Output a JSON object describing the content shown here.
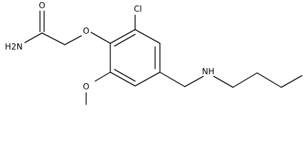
{
  "molecule": {
    "atoms": {
      "carbonyl_oxygen": "O",
      "amine_nitrogen": "H2N",
      "ether_oxygen": "O",
      "chlorine": "Cl",
      "methoxy_oxygen": "O",
      "secondary_amine": "NH"
    }
  }
}
